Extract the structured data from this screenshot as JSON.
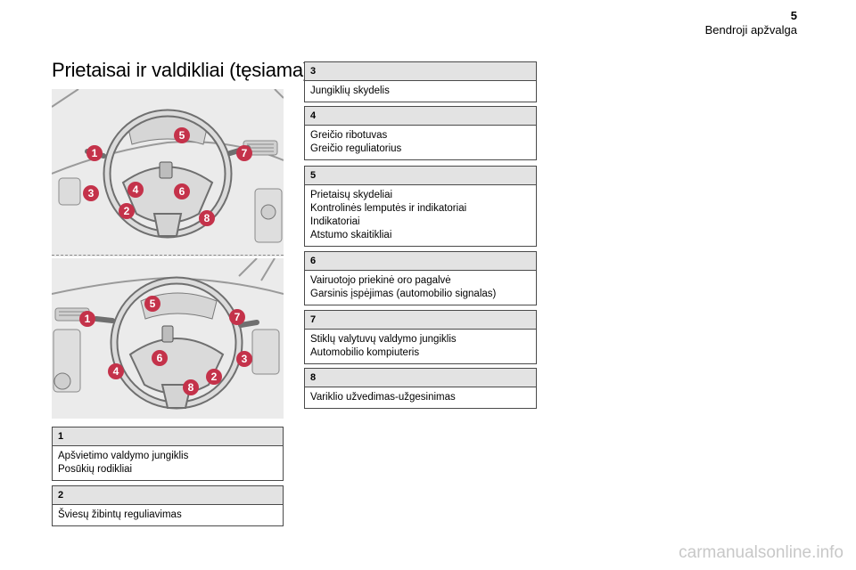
{
  "header": {
    "page_number": "5",
    "section": "Bendroji apžvalga"
  },
  "title": "Prietaisai ir valdikliai (tęsiama)",
  "illustrations": {
    "top_badges": [
      "1",
      "2",
      "3",
      "4",
      "5",
      "6",
      "7",
      "8"
    ],
    "bottom_badges": [
      "1",
      "2",
      "3",
      "4",
      "5",
      "6",
      "7",
      "8"
    ],
    "badge_color": "#c4324a"
  },
  "entries": [
    {
      "number": "1",
      "lines": [
        "Apšvietimo valdymo jungiklis",
        "Posūkių rodikliai"
      ]
    },
    {
      "number": "2",
      "lines": [
        "Šviesų žibintų reguliavimas"
      ]
    },
    {
      "number": "3",
      "lines": [
        "Jungiklių skydelis"
      ]
    },
    {
      "number": "4",
      "lines": [
        "Greičio ribotuvas",
        "Greičio reguliatorius"
      ]
    },
    {
      "number": "5",
      "lines": [
        "Prietaisų skydeliai",
        "Kontrolinės lemputės ir indikatoriai",
        "Indikatoriai",
        "Atstumo skaitikliai"
      ]
    },
    {
      "number": "6",
      "lines": [
        "Vairuotojo priekinė oro pagalvė",
        "Garsinis įspėjimas (automobilio signalas)"
      ]
    },
    {
      "number": "7",
      "lines": [
        "Stiklų valytuvų valdymo jungiklis",
        "Automobilio kompiuteris"
      ]
    },
    {
      "number": "8",
      "lines": [
        "Variklio užvedimas-užgesinimas"
      ]
    }
  ],
  "watermark": "carmanualsonline.info"
}
